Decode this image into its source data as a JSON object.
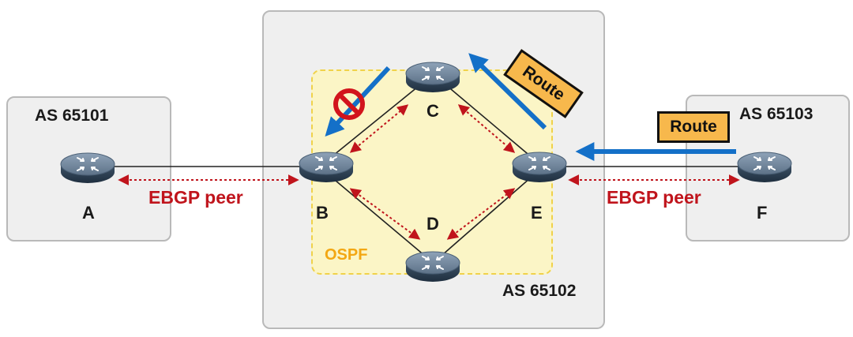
{
  "as_boxes": {
    "left": {
      "label": "AS 65101"
    },
    "middle": {
      "label": "AS 65102"
    },
    "right": {
      "label": "AS 65103"
    }
  },
  "ospf": {
    "label": "OSPF"
  },
  "routers": {
    "A": {
      "label": "A"
    },
    "B": {
      "label": "B"
    },
    "C": {
      "label": "C"
    },
    "D": {
      "label": "D"
    },
    "E": {
      "label": "E"
    },
    "F": {
      "label": "F"
    }
  },
  "peer_labels": {
    "left": "EBGP peer",
    "right": "EBGP peer"
  },
  "route_tags": {
    "top": "Route",
    "right": "Route"
  },
  "icons": {
    "router": "router-icon",
    "blocked": "no-entry-icon"
  },
  "colors": {
    "as_box_fill": "#efefef",
    "ospf_fill": "#fbf5c6",
    "ospf_border": "#f0d24a",
    "ospf_text": "#f3a713",
    "peer_text": "#c0141c",
    "arrow_blue": "#1470c8",
    "route_tag_fill": "#f7b84c",
    "block_red": "#d2141c"
  }
}
